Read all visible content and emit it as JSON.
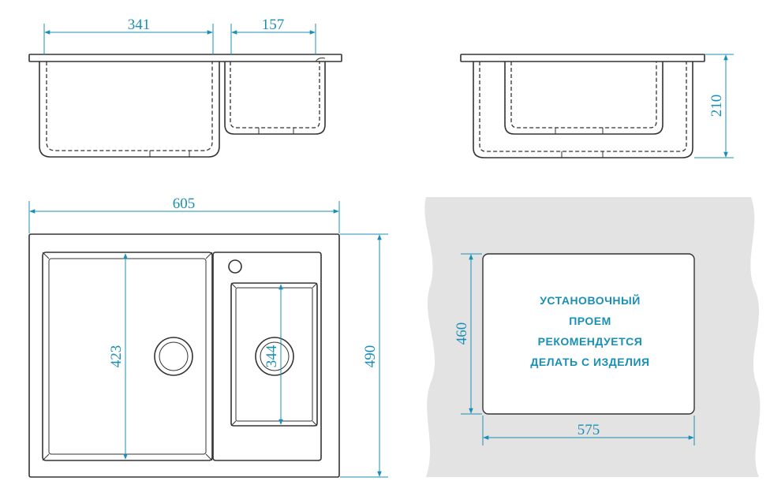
{
  "dimensions": {
    "left_bowl_width": "341",
    "right_bowl_width": "157",
    "depth": "210",
    "overall_width": "605",
    "overall_depth": "490",
    "left_bowl_length": "423",
    "right_bowl_length": "344",
    "cutout_height": "460",
    "cutout_width": "575"
  },
  "note": {
    "lines": [
      "УСТАНОВОЧНЫЙ",
      "ПРОЕМ",
      "РЕКОМЕНДУЕТСЯ",
      "ДЕЛАТЬ С ИЗДЕЛИЯ"
    ]
  },
  "colors": {
    "dimension": "#1a8fb5",
    "outline": "#333333",
    "countertop": "#e3e3e3"
  }
}
